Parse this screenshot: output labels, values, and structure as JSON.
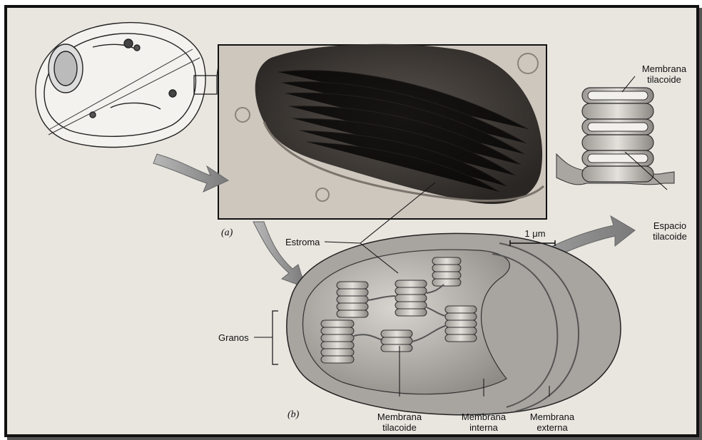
{
  "labels": {
    "membrana_tilacoide_top": "Membrana\ntilacoide",
    "espacio_tilacoide": "Espacio\ntilacoide",
    "estroma": "Estroma",
    "scale_bar": "1 μm",
    "granos": "Granos",
    "membrana_tilacoide_bottom": "Membrana\ntilacoide",
    "membrana_interna": "Membrana\ninterna",
    "membrana_externa": "Membrana\nexterna",
    "panel_a": "(a)",
    "panel_b": "(b)"
  },
  "colors": {
    "frame_border": "#111111",
    "background_page": "#e9e6e0",
    "micrograph": "#3f3a36",
    "arrow": "#8f8f8f",
    "chloroplast_body": "#b9b5b0"
  }
}
